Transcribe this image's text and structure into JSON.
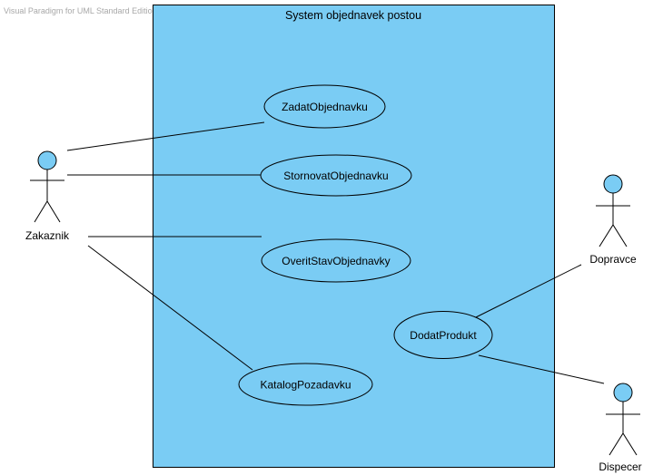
{
  "watermark": "Visual Paradigm for UML Standard Edition(Masaryk University)",
  "system": {
    "title": "System objednavek postou",
    "fill_color": "#7accf4"
  },
  "actors": {
    "zakaznik": "Zakaznik",
    "dopravce": "Dopravce",
    "dispecer": "Dispecer"
  },
  "use_cases": {
    "zadat": "ZadatObjednavku",
    "stornovat": "StornovatObjednavku",
    "overit": "OveritStavObjednavky",
    "dodat": "DodatProdukt",
    "katalog": "KatalogPozadavku"
  }
}
